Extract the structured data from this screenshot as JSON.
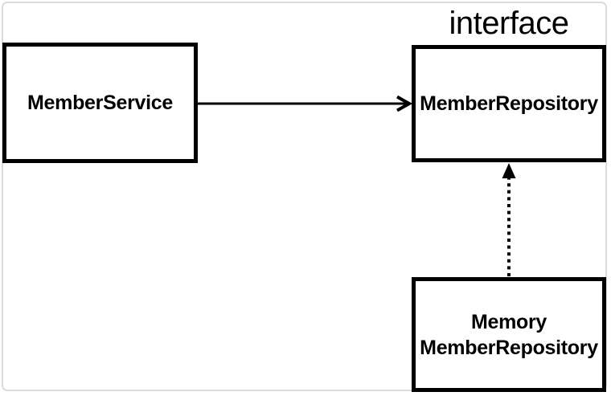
{
  "colors": {
    "stroke": "#000000",
    "node_bg": "#ffffff",
    "canvas_bg": "#ffffff",
    "frame_border": "#dcdcdc"
  },
  "diagram": {
    "nodes": {
      "member_service": {
        "label": "MemberService"
      },
      "member_repository": {
        "stereotype": "interface",
        "label": "MemberRepository"
      },
      "memory_member_repository": {
        "lines": [
          "Memory",
          "MemberRepository"
        ]
      }
    },
    "edges": [
      {
        "from": "MemberService",
        "to": "MemberRepository",
        "line_style": "solid",
        "head": "open-arrow",
        "direction": "left-to-right"
      },
      {
        "from": "MemoryMemberRepository",
        "to": "MemberRepository",
        "line_style": "dotted",
        "head": "filled-arrow",
        "direction": "bottom-to-top"
      }
    ]
  }
}
